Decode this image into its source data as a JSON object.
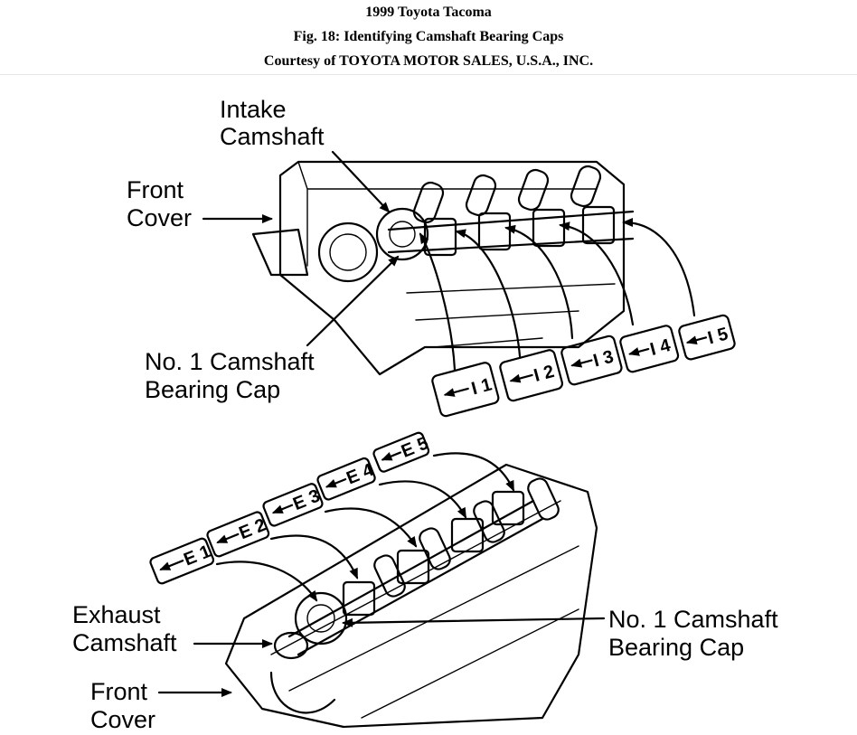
{
  "header": {
    "line1": "1999 Toyota Tacoma",
    "line2": "Fig. 18: Identifying Camshaft Bearing Caps",
    "line3": "Courtesy of TOYOTA MOTOR SALES, U.S.A., INC."
  },
  "labels": {
    "intake_camshaft": [
      "Intake",
      "Camshaft"
    ],
    "front_cover_top": [
      "Front",
      "Cover"
    ],
    "no1_cap_top": [
      "No. 1 Camshaft",
      "Bearing Cap"
    ],
    "exhaust_camshaft": [
      "Exhaust",
      "Camshaft"
    ],
    "no1_cap_bottom": [
      "No. 1 Camshaft",
      "Bearing Cap"
    ],
    "front_cover_bottom": [
      "Front",
      "Cover"
    ]
  },
  "intake_caps": [
    "I 1",
    "I 2",
    "I 3",
    "I 4",
    "I 5"
  ],
  "exhaust_caps": [
    "E 1",
    "E 2",
    "E 3",
    "E 4",
    "E 5"
  ],
  "colors": {
    "ink": "#000000",
    "background": "#ffffff"
  }
}
